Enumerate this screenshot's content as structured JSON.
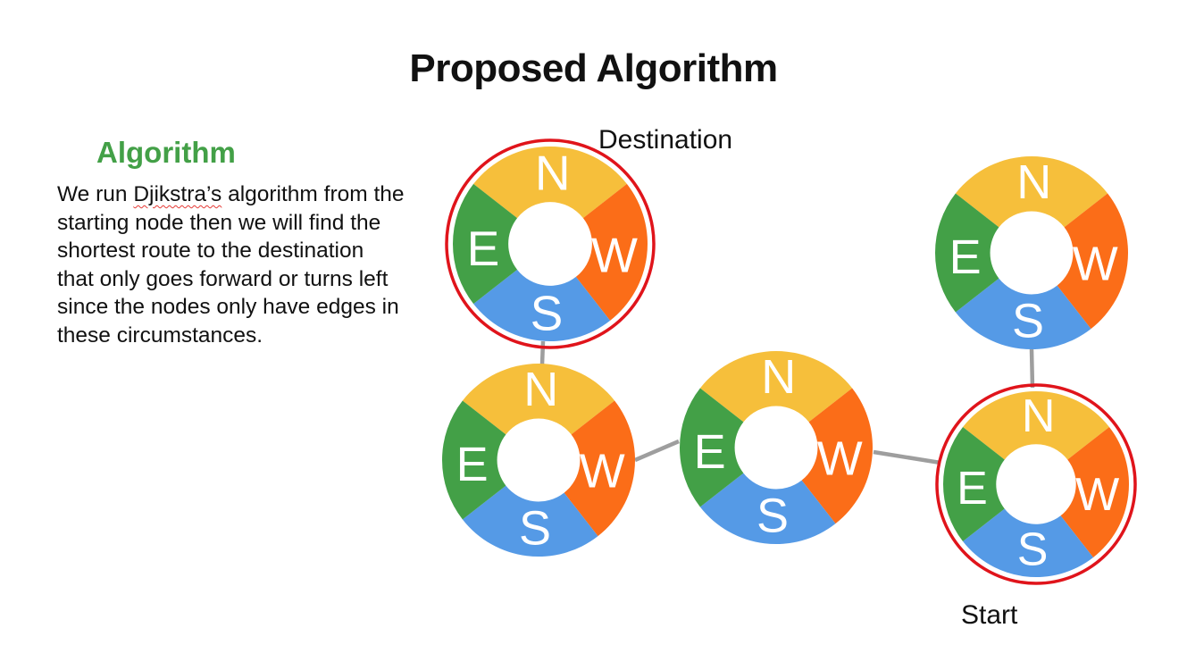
{
  "slide": {
    "title": "Proposed Algorithm",
    "subheading": "Algorithm",
    "body_parts": [
      "We run ",
      "Djikstra’s",
      " algorithm  from the starting node then we will find the shortest route to the destination that only goes forward or turns left since the nodes only have edges in these circumstances."
    ]
  },
  "diagram": {
    "labels": {
      "destination": "Destination",
      "start": "Start"
    },
    "segment_letters": {
      "north": "N",
      "west": "W",
      "south": "S",
      "east": "E"
    },
    "colors": {
      "north": "#f6bf3b",
      "west": "#fb6d18",
      "south": "#559ae6",
      "east": "#43a047",
      "highlight": "#e0141b",
      "edge": "#9e9e9e"
    },
    "highlighted_nodes": [
      "destination",
      "start"
    ]
  }
}
